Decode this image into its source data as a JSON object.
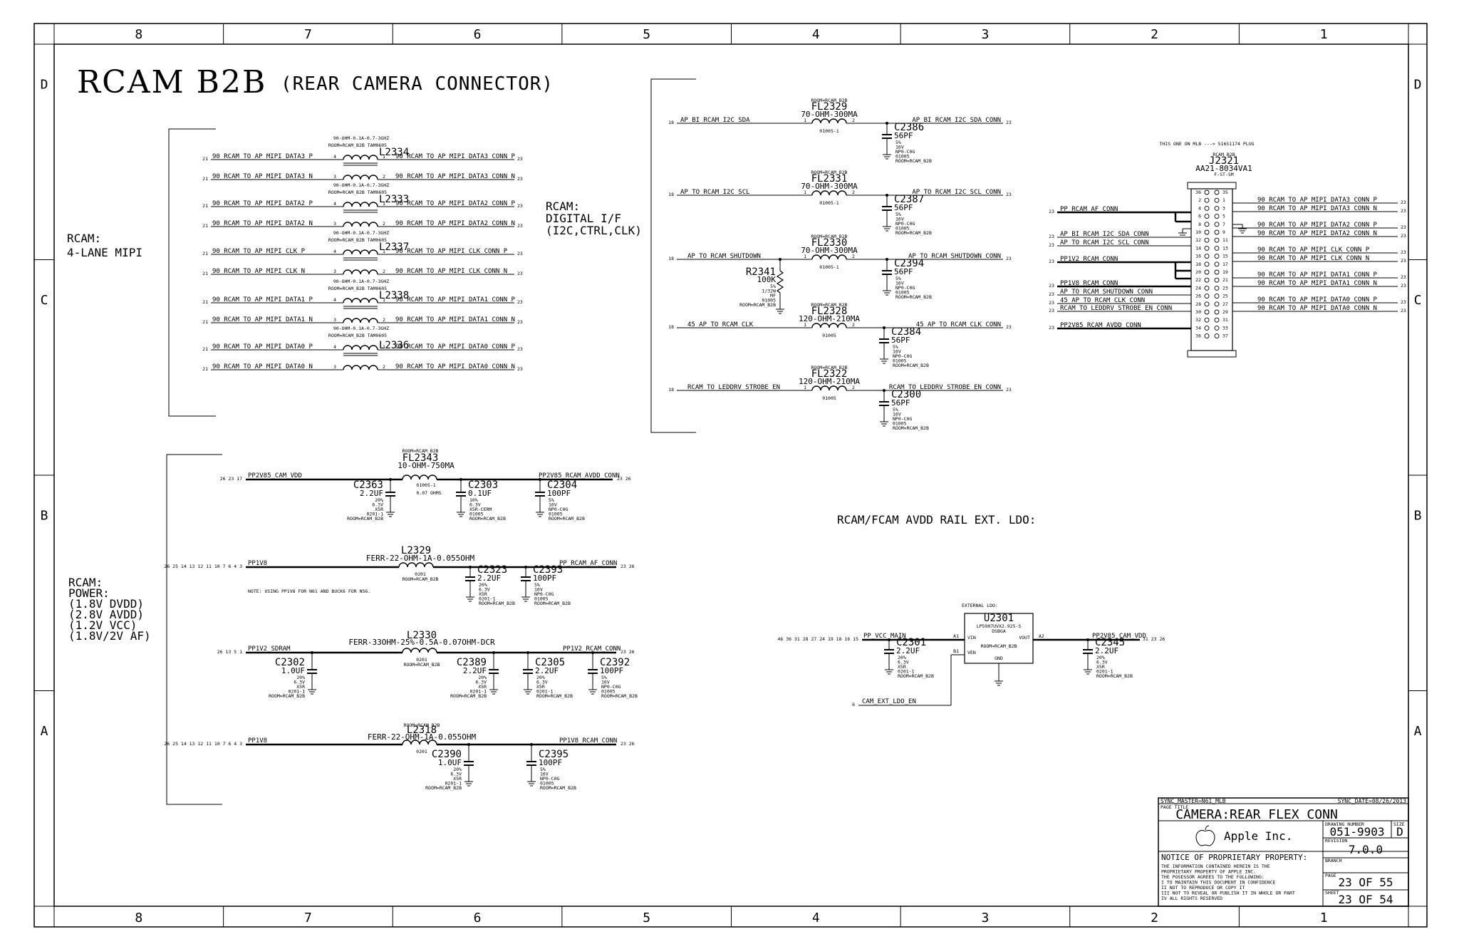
{
  "page_title": {
    "main": "RCAM B2B",
    "sub": "(REAR CAMERA CONNECTOR)"
  },
  "zones": {
    "cols": [
      "8",
      "7",
      "6",
      "5",
      "4",
      "3",
      "2",
      "1"
    ],
    "rows": [
      "D",
      "C",
      "B",
      "A"
    ]
  },
  "sections": {
    "mipi": [
      "RCAM:",
      "4-LANE MIPI"
    ],
    "digital": [
      "RCAM:",
      "DIGITAL I/F",
      "(I2C,CTRL,CLK)"
    ],
    "power": [
      "RCAM:",
      "POWER:",
      "(1.8V DVDD)",
      "(2.8V AVDD)",
      "(1.2V VCC)",
      "(1.8V/2V AF)"
    ],
    "ldo_title": "RCAM/FCAM AVDD RAIL EXT. LDO:"
  },
  "mipi_inductors": [
    {
      "ref": "L2334",
      "spec": "90-OHM-0.1A-0.7-3GHZ",
      "room": "ROOM=RCAM_B2B TAM0605",
      "in_p": "90_RCAM_TO_AP_MIPI_DATA3_P",
      "in_n": "90_RCAM_TO_AP_MIPI_DATA3_N",
      "out_p": "90_RCAM_TO_AP_MIPI_DATA3_CONN_P",
      "out_n": "90_RCAM_TO_AP_MIPI_DATA3_CONN_N"
    },
    {
      "ref": "L2333",
      "spec": "90-OHM-0.1A-0.7-3GHZ",
      "room": "ROOM=RCAM_B2B TAM0605",
      "in_p": "90_RCAM_TO_AP_MIPI_DATA2_P",
      "in_n": "90_RCAM_TO_AP_MIPI_DATA2_N",
      "out_p": "90_RCAM_TO_AP_MIPI_DATA2_CONN_P",
      "out_n": "90_RCAM_TO_AP_MIPI_DATA2_CONN_N"
    },
    {
      "ref": "L2337",
      "spec": "90-OHM-0.1A-0.7-3GHZ",
      "room": "ROOM=RCAM_B2B TAM0605",
      "in_p": "90_RCAM_TO_AP_MIPI_CLK_P",
      "in_n": "90_RCAM_TO_AP_MIPI_CLK_N",
      "out_p": "90_RCAM_TO_AP_MIPI_CLK_CONN_P",
      "out_n": "90_RCAM_TO_AP_MIPI_CLK_CONN_N"
    },
    {
      "ref": "L2338",
      "spec": "90-OHM-0.1A-0.7-3GHZ",
      "room": "ROOM=RCAM_B2B TAM0605",
      "in_p": "90_RCAM_TO_AP_MIPI_DATA1_P",
      "in_n": "90_RCAM_TO_AP_MIPI_DATA1_N",
      "out_p": "90_RCAM_TO_AP_MIPI_DATA1_CONN_P",
      "out_n": "90_RCAM_TO_AP_MIPI_DATA1_CONN_N"
    },
    {
      "ref": "L2336",
      "spec": "90-OHM-0.1A-0.7-3GHZ",
      "room": "ROOM=RCAM_B2B TAM0605",
      "in_p": "90_RCAM_TO_AP_MIPI_DATA0_P",
      "in_n": "90_RCAM_TO_AP_MIPI_DATA0_N",
      "out_p": "90_RCAM_TO_AP_MIPI_DATA0_CONN_P",
      "out_n": "90_RCAM_TO_AP_MIPI_DATA0_CONN_N"
    }
  ],
  "digital_filters": [
    {
      "ref": "FL2329",
      "spec": "70-OHM-300MA",
      "room": "ROOM=RCAM_B2B",
      "pkg": "01005-1",
      "in": "AP_BI_RCAM_I2C_SDA",
      "out": "AP_BI_RCAM_I2C_SDA_CONN",
      "cap": "C2386",
      "cap_val": "56PF",
      "cap_spec": [
        "5%",
        "16V",
        "NP0-C0G",
        "01005",
        "ROOM=RCAM_B2B"
      ]
    },
    {
      "ref": "FL2331",
      "spec": "70-OHM-300MA",
      "room": "ROOM=RCAM_B2B",
      "pkg": "01005-1",
      "in": "AP_TO_RCAM_I2C_SCL",
      "out": "AP_TO_RCAM_I2C_SCL_CONN",
      "cap": "C2387",
      "cap_val": "56PF",
      "cap_spec": [
        "5%",
        "16V",
        "NP0-C0G",
        "01005",
        "ROOM=RCAM_B2B"
      ]
    },
    {
      "ref": "FL2330",
      "spec": "70-OHM-300MA",
      "room": "ROOM=RCAM_B2B",
      "pkg": "01005-1",
      "in": "AP_TO_RCAM_SHUTDOWN",
      "out": "AP_TO_RCAM_SHUTDOWN_CONN",
      "cap": "C2394",
      "cap_val": "56PF",
      "cap_spec": [
        "5%",
        "16V",
        "NP0-C0G",
        "01005",
        "ROOM=RCAM_B2B"
      ]
    },
    {
      "ref": "FL2328",
      "spec": "120-OHM-210MA",
      "room": "ROOM=RCAM_B2B",
      "pkg": "01005",
      "in": "45_AP_TO_RCAM_CLK",
      "out": "45_AP_TO_RCAM_CLK_CONN",
      "cap": "C2384",
      "cap_val": "56PF",
      "cap_spec": [
        "5%",
        "16V",
        "NP0-C0G",
        "01005",
        "ROOM=RCAM_B2B"
      ]
    },
    {
      "ref": "FL2322",
      "spec": "120-OHM-210MA",
      "room": "ROOM=RCAM_B2B",
      "pkg": "01005",
      "in": "RCAM_TO_LEDDRV_STROBE_EN",
      "out": "RCAM_TO_LEDDRV_STROBE_EN_CONN",
      "cap": "C2300",
      "cap_val": "56PF",
      "cap_spec": [
        "5%",
        "16V",
        "NP0-C0G",
        "01005",
        "ROOM=RCAM_B2B"
      ]
    }
  ],
  "resistor": {
    "ref": "R2341",
    "val": "100K",
    "spec": [
      "5%",
      "1/32W",
      "MF",
      "01005",
      "ROOM=RCAM_B2B"
    ]
  },
  "connector": {
    "note": "THIS ONE ON MLB ---> 516S1174 PLUG",
    "room": "RCAM_B2B",
    "ref": "J2321",
    "part": "AA21-8034VA1",
    "sub": "F-ST-SM",
    "left_nets": [
      "PP_RCAM_AF_CONN",
      "AP_BI_RCAM_I2C_SDA_CONN",
      "AP_TO_RCAM_I2C_SCL_CONN",
      "PP1V2_RCAM_CONN",
      "PP1V8_RCAM_CONN",
      "AP_TO_RCAM_SHUTDOWN_CONN",
      "45_AP_TO_RCAM_CLK_CONN",
      "RCAM_TO_LEDDRV_STROBE_EN_CONN",
      "PP2V85_RCAM_AVDD_CONN"
    ],
    "right_nets": [
      "90_RCAM_TO_AP_MIPI_DATA3_CONN_P",
      "90_RCAM_TO_AP_MIPI_DATA3_CONN_N",
      "90_RCAM_TO_AP_MIPI_DATA2_CONN_P",
      "90_RCAM_TO_AP_MIPI_DATA2_CONN_N",
      "90_RCAM_TO_AP_MIPI_CLK_CONN_P",
      "90_RCAM_TO_AP_MIPI_CLK_CONN_N",
      "90_RCAM_TO_AP_MIPI_DATA1_CONN_P",
      "90_RCAM_TO_AP_MIPI_DATA1_CONN_N",
      "90_RCAM_TO_AP_MIPI_DATA0_CONN_P",
      "90_RCAM_TO_AP_MIPI_DATA0_CONN_N"
    ],
    "pins_left": [
      "36",
      "2",
      "4",
      "6",
      "8",
      "10",
      "12",
      "14",
      "16",
      "18",
      "20",
      "22",
      "24",
      "26",
      "28",
      "30",
      "32",
      "34",
      "36"
    ],
    "pins_right": [
      "35",
      "1",
      "3",
      "5",
      "7",
      "9",
      "11",
      "13",
      "15",
      "17",
      "19",
      "21",
      "23",
      "25",
      "27",
      "29",
      "31",
      "33",
      "37"
    ]
  },
  "power": {
    "avdd": {
      "in": "PP2V85_CAM_VDD",
      "out": "PP2V85_RCAM_AVDD_CONN",
      "fl_ref": "FL2343",
      "fl_spec": "10-OHM-750MA",
      "fl_room": "ROOM=RCAM_B2B",
      "fl_pkg": "01005-1",
      "fl_note": "0.07 OHMS",
      "caps": [
        {
          "ref": "C2363",
          "val": "2.2UF",
          "spec": [
            "20%",
            "6.3V",
            "X5R",
            "0201-1",
            "ROOM=RCAM_B2B"
          ]
        },
        {
          "ref": "C2303",
          "val": "0.1UF",
          "spec": [
            "10%",
            "6.3V",
            "X5R-CERM",
            "01005",
            "ROOM=RCAM_B2B"
          ]
        },
        {
          "ref": "C2304",
          "val": "100PF",
          "spec": [
            "5%",
            "16V",
            "NP0-C0G",
            "01005",
            "ROOM=RCAM_B2B"
          ]
        }
      ]
    },
    "af": {
      "in": "PP1V8",
      "out": "PP_RCAM_AF_CONN",
      "l_ref": "L2329",
      "l_spec": "FERR-22-OHM-1A-0.055OHM",
      "l_pkg": "0201",
      "l_room": "ROOM=RCAM_B2B",
      "note": "NOTE: USING PP1V8 FOR N61 AND BUCK6 FOR N56.",
      "caps": [
        {
          "ref": "C2323",
          "val": "2.2UF",
          "spec": [
            "20%",
            "6.3V",
            "X5R",
            "0201-1",
            "ROOM=RCAM_B2B"
          ]
        },
        {
          "ref": "C2393",
          "val": "100PF",
          "spec": [
            "5%",
            "16V",
            "NP0-C0G",
            "01005",
            "ROOM=RCAM_B2B"
          ]
        }
      ]
    },
    "vcc": {
      "in": "PP1V2_SDRAM",
      "out": "PP1V2_RCAM_CONN",
      "l_ref": "L2330",
      "l_spec": "FERR-33OHM-25%-0.5A-0.07OHM-DCR",
      "l_pkg": "0201",
      "l_room": "ROOM=RCAM_B2B",
      "caps": [
        {
          "ref": "C2302",
          "val": "1.0UF",
          "spec": [
            "20%",
            "6.3V",
            "X5R",
            "0201-1",
            "ROOM=RCAM_B2B"
          ]
        },
        {
          "ref": "C2389",
          "val": "2.2UF",
          "spec": [
            "20%",
            "6.3V",
            "X5R",
            "0201-1",
            "ROOM=RCAM_B2B"
          ]
        },
        {
          "ref": "C2305",
          "val": "2.2UF",
          "spec": [
            "20%",
            "6.3V",
            "X5R",
            "0201-1",
            "ROOM=RCAM_B2B"
          ]
        },
        {
          "ref": "C2392",
          "val": "100PF",
          "spec": [
            "5%",
            "16V",
            "NP0-C0G",
            "01005",
            "ROOM=RCAM_B2B"
          ]
        }
      ]
    },
    "dvdd": {
      "in": "PP1V8",
      "out": "PP1V8_RCAM_CONN",
      "l_ref": "L2318",
      "l_spec": "FERR-22-OHM-1A-0.055OHM",
      "l_pkg": "0201",
      "l_room": "ROOM=RCAM_B2B",
      "caps": [
        {
          "ref": "C2390",
          "val": "1.0UF",
          "spec": [
            "20%",
            "6.3V",
            "X5R",
            "0201-1",
            "ROOM=RCAM_B2B"
          ]
        },
        {
          "ref": "C2395",
          "val": "100PF",
          "spec": [
            "5%",
            "16V",
            "NP0-C0G",
            "01005",
            "ROOM=RCAM_B2B"
          ]
        }
      ]
    }
  },
  "ldo": {
    "label": "EXTERNAL LDO:",
    "ref": "U2301",
    "part": "LP5907UVX2.925-S",
    "pkg": "DSBGA",
    "room": "ROOM=RCAM_B2B",
    "pins": {
      "vin": "VIN",
      "ven": "VEN",
      "vout": "VOUT",
      "gnd": "GND",
      "a1": "A1",
      "b1": "B1",
      "a2": "A2"
    },
    "in": "PP_VCC_MAIN",
    "out": "PP2V85_CAM_VDD",
    "en": "CAM_EXT_LDO_EN",
    "cin": {
      "ref": "C2301",
      "val": "2.2UF",
      "spec": [
        "20%",
        "6.3V",
        "X5R",
        "0201-1",
        "ROOM=RCAM_B2B"
      ]
    },
    "cout": {
      "ref": "C2345",
      "val": "2.2UF",
      "spec": [
        "20%",
        "6.3V",
        "X5R",
        "0201-1",
        "ROOM=RCAM_B2B"
      ]
    }
  },
  "title_block": {
    "sync_master": "SYNC_MASTER=N61_MLB",
    "sync_date": "SYNC_DATE=08/26/2013",
    "page_title_label": "PAGE TITLE",
    "title": "CAMERA:REAR FLEX CONN",
    "company": "Apple Inc.",
    "drawing_label": "DRAWING NUMBER",
    "drawing": "051-9903",
    "size_label": "SIZE",
    "size": "D",
    "rev_label": "REVISION",
    "rev": "7.0.0",
    "branch_label": "BRANCH",
    "notice": "NOTICE OF PROPRIETARY PROPERTY:",
    "notice_lines": [
      "THE INFORMATION CONTAINED HEREIN IS THE",
      "PROPRIETARY PROPERTY OF APPLE INC.",
      "THE POSESSOR AGREES TO THE FOLLOWING:",
      "I TO MAINTAIN THIS DOCUMENT IN CONFIDENCE",
      "II NOT TO REPRODUCE OR COPY IT",
      "III NOT TO REVEAL OR PUBLISH IT IN WHOLE OR PART",
      "IV ALL RIGHTS RESERVED"
    ],
    "page_label": "PAGE",
    "page": "23 OF 55",
    "sheet_label": "SHEET",
    "sheet": "23 OF 54"
  }
}
